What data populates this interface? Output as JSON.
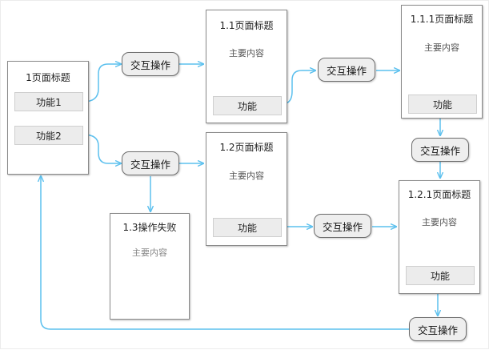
{
  "accent_color": "#5cc0ee",
  "pages": {
    "p1": {
      "title": "1页面标题",
      "func1": "功能1",
      "func2": "功能2"
    },
    "p1_1": {
      "title": "1.1页面标题",
      "content": "主要内容",
      "func": "功能"
    },
    "p1_1_1": {
      "title": "1.1.1页面标题",
      "content": "主要内容",
      "func": "功能"
    },
    "p1_2": {
      "title": "1.2页面标题",
      "content": "主要内容",
      "func": "功能"
    },
    "p1_2_1": {
      "title": "1.2.1页面标题",
      "content": "主要内容",
      "func": "功能"
    },
    "p1_3": {
      "title": "1.3操作失败",
      "content": "主要内容"
    }
  },
  "actions": {
    "a1": "交互操作",
    "a2": "交互操作",
    "a3": "交互操作",
    "a4": "交互操作",
    "a5": "交互操作",
    "a6": "交互操作"
  }
}
